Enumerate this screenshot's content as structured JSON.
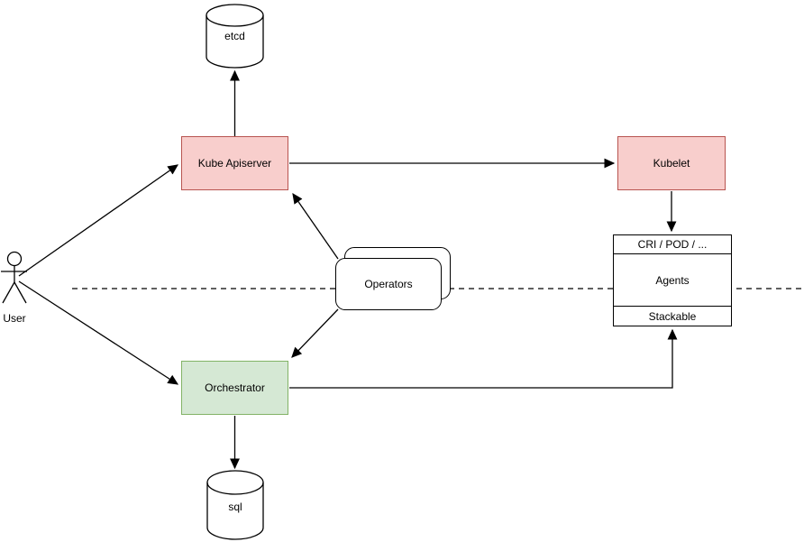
{
  "canvas": {
    "background": "#ffffff"
  },
  "nodes": {
    "etcd": {
      "label": "etcd",
      "shape": "cylinder",
      "fill": "#ffffff",
      "stroke": "#000000"
    },
    "kube_apiserver": {
      "label": "Kube Apiserver",
      "shape": "rectangle",
      "fill": "#f8cecc",
      "stroke": "#b85450"
    },
    "kubelet": {
      "label": "Kubelet",
      "shape": "rectangle",
      "fill": "#f8cecc",
      "stroke": "#b85450"
    },
    "operators": {
      "label": "Operators",
      "shape": "stacked-rounded-rectangle",
      "fill": "#ffffff",
      "stroke": "#000000"
    },
    "orchestrator": {
      "label": "Orchestrator",
      "shape": "rectangle",
      "fill": "#d5e8d4",
      "stroke": "#82b366"
    },
    "sql": {
      "label": "sql",
      "shape": "cylinder",
      "fill": "#ffffff",
      "stroke": "#000000"
    },
    "user": {
      "label": "User",
      "shape": "actor"
    },
    "agent_stack": {
      "header": "CRI / POD / ...",
      "body": "Agents",
      "footer": "Stackable",
      "fill": "#ffffff",
      "stroke": "#000000"
    }
  },
  "edges": [
    {
      "from": "user",
      "to": "kube_apiserver",
      "style": "arrow"
    },
    {
      "from": "user",
      "to": "orchestrator",
      "style": "arrow"
    },
    {
      "from": "kube_apiserver",
      "to": "etcd",
      "style": "arrow"
    },
    {
      "from": "kube_apiserver",
      "to": "kubelet",
      "style": "arrow"
    },
    {
      "from": "operators",
      "to": "kube_apiserver",
      "style": "arrow"
    },
    {
      "from": "operators",
      "to": "orchestrator",
      "style": "arrow"
    },
    {
      "from": "kubelet",
      "to": "agent_stack",
      "style": "arrow"
    },
    {
      "from": "orchestrator",
      "to": "agent_stack",
      "style": "arrow-elbow"
    },
    {
      "from": "orchestrator",
      "to": "sql",
      "style": "arrow"
    }
  ],
  "separator": {
    "orientation": "horizontal",
    "style": "dashed",
    "color": "#000000"
  }
}
